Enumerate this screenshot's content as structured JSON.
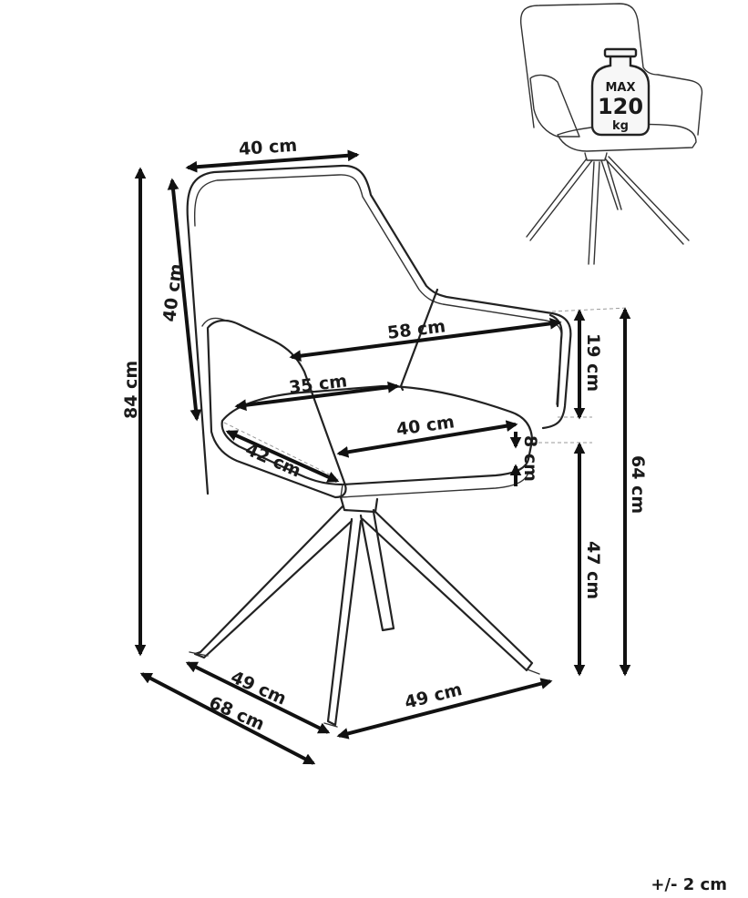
{
  "dimensions": {
    "backrest_width": "40 cm",
    "backrest_height": "40 cm",
    "total_height": "84 cm",
    "armrest_span": "58 cm",
    "armrest_depth": "35 cm",
    "seat_width": "40 cm",
    "seat_depth": "42 cm",
    "armrest_height_above_seat": "19 cm",
    "seat_thickness": "8 cm",
    "armrest_height": "64 cm",
    "seat_height": "47 cm",
    "base_depth": "49 cm",
    "base_width": "49 cm",
    "total_depth": "68 cm"
  },
  "load_badge": {
    "max": "MAX",
    "value": "120",
    "unit": "kg"
  },
  "tolerance": "+/- 2 cm"
}
